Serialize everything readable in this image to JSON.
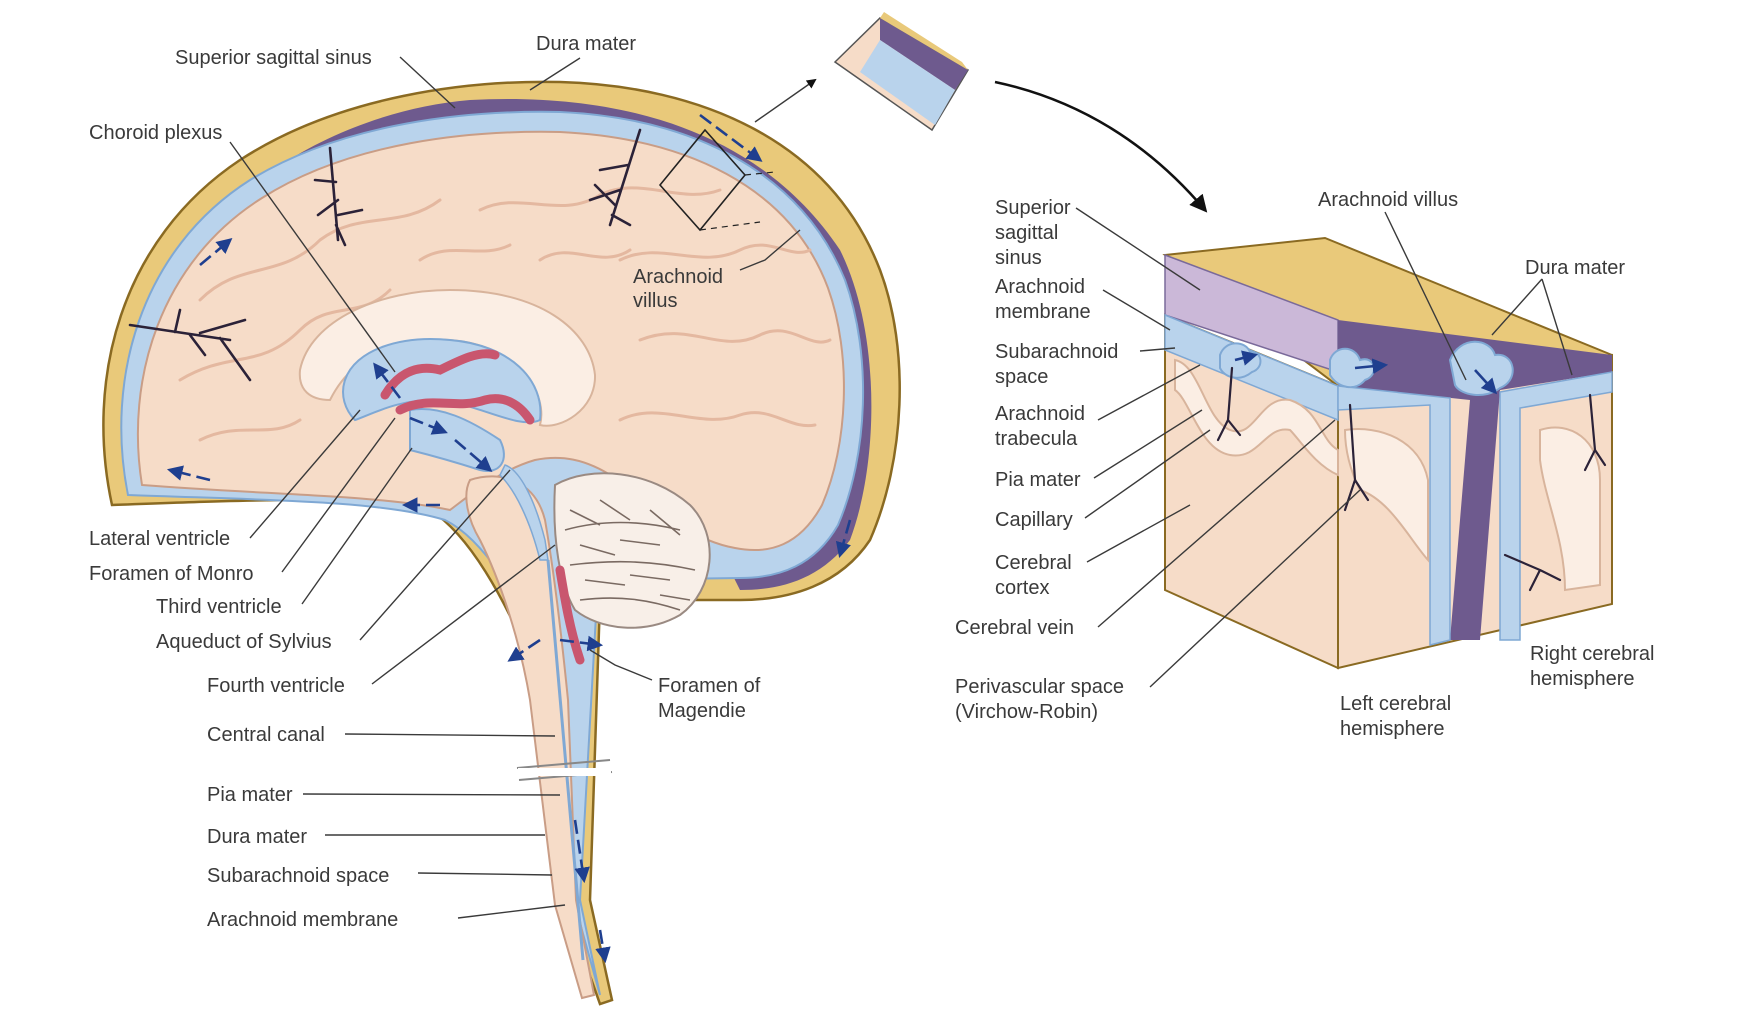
{
  "colors": {
    "dura": "#e9c97a",
    "dura_edge": "#8a6a22",
    "sinus": "#6e5a8e",
    "csf": "#b9d3ec",
    "csf_edge": "#7fa8d4",
    "brain": "#f6dcc8",
    "brain_fold": "#e4b8a0",
    "white_matter": "#fbeee4",
    "choroid": "#c9566e",
    "arrow": "#1f3f8f",
    "label": "#3a3a3a"
  },
  "labels": {
    "superior_sagittal_sinus": "Superior sagittal sinus",
    "dura_mater_top": "Dura mater",
    "choroid_plexus": "Choroid plexus",
    "arachnoid_villus_left": [
      "Arachnoid",
      "villus"
    ],
    "lateral_ventricle": "Lateral ventricle",
    "foramen_of_monro": "Foramen of Monro",
    "third_ventricle": "Third ventricle",
    "aqueduct_of_sylvius": "Aqueduct of Sylvius",
    "fourth_ventricle": "Fourth ventricle",
    "foramen_of_magendie": [
      "Foramen of",
      "Magendie"
    ],
    "central_canal": "Central canal",
    "pia_mater_left": "Pia mater",
    "dura_mater_left": "Dura mater",
    "subarachnoid_space_left": "Subarachnoid space",
    "arachnoid_membrane_left": "Arachnoid membrane",
    "superior_sagittal_sinus_right": [
      "Superior",
      "sagittal",
      "sinus"
    ],
    "arachnoid_membrane_right": [
      "Arachnoid",
      "membrane"
    ],
    "subarachnoid_space_right": [
      "Subarachnoid",
      "space"
    ],
    "arachnoid_trabecula": [
      "Arachnoid",
      "trabecula"
    ],
    "pia_mater_right": "Pia mater",
    "capillary": "Capillary",
    "cerebral_cortex": [
      "Cerebral",
      "cortex"
    ],
    "cerebral_vein": "Cerebral vein",
    "perivascular_space": [
      "Perivascular space",
      "(Virchow-Robin)"
    ],
    "arachnoid_villus_right": "Arachnoid villus",
    "dura_mater_right": "Dura mater",
    "left_cerebral_hemisphere": [
      "Left cerebral",
      "hemisphere"
    ],
    "right_cerebral_hemisphere": [
      "Right cerebral",
      "hemisphere"
    ]
  }
}
